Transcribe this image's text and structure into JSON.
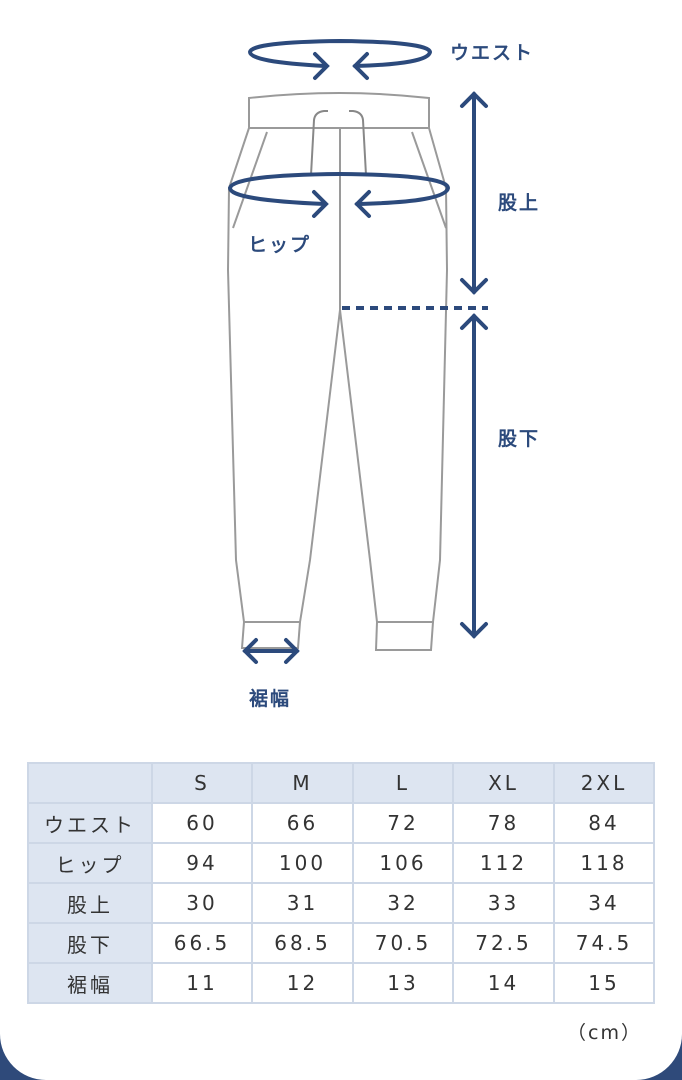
{
  "diagram": {
    "labels": {
      "waist": "ウエスト",
      "hip": "ヒップ",
      "rise": "股上",
      "inseam": "股下",
      "hem_width": "裾幅"
    },
    "colors": {
      "accent": "#2c4a7c",
      "outline": "#9a9a9a"
    }
  },
  "table": {
    "headers": [
      "",
      "S",
      "M",
      "L",
      "XL",
      "2XL"
    ],
    "rows": [
      {
        "label": "ウエスト",
        "values": [
          "60",
          "66",
          "72",
          "78",
          "84"
        ]
      },
      {
        "label": "ヒップ",
        "values": [
          "94",
          "100",
          "106",
          "112",
          "118"
        ]
      },
      {
        "label": "股上",
        "values": [
          "30",
          "31",
          "32",
          "33",
          "34"
        ]
      },
      {
        "label": "股下",
        "values": [
          "66.5",
          "68.5",
          "70.5",
          "72.5",
          "74.5"
        ]
      },
      {
        "label": "裾幅",
        "values": [
          "11",
          "12",
          "13",
          "14",
          "15"
        ]
      }
    ],
    "unit": "（cm）"
  }
}
